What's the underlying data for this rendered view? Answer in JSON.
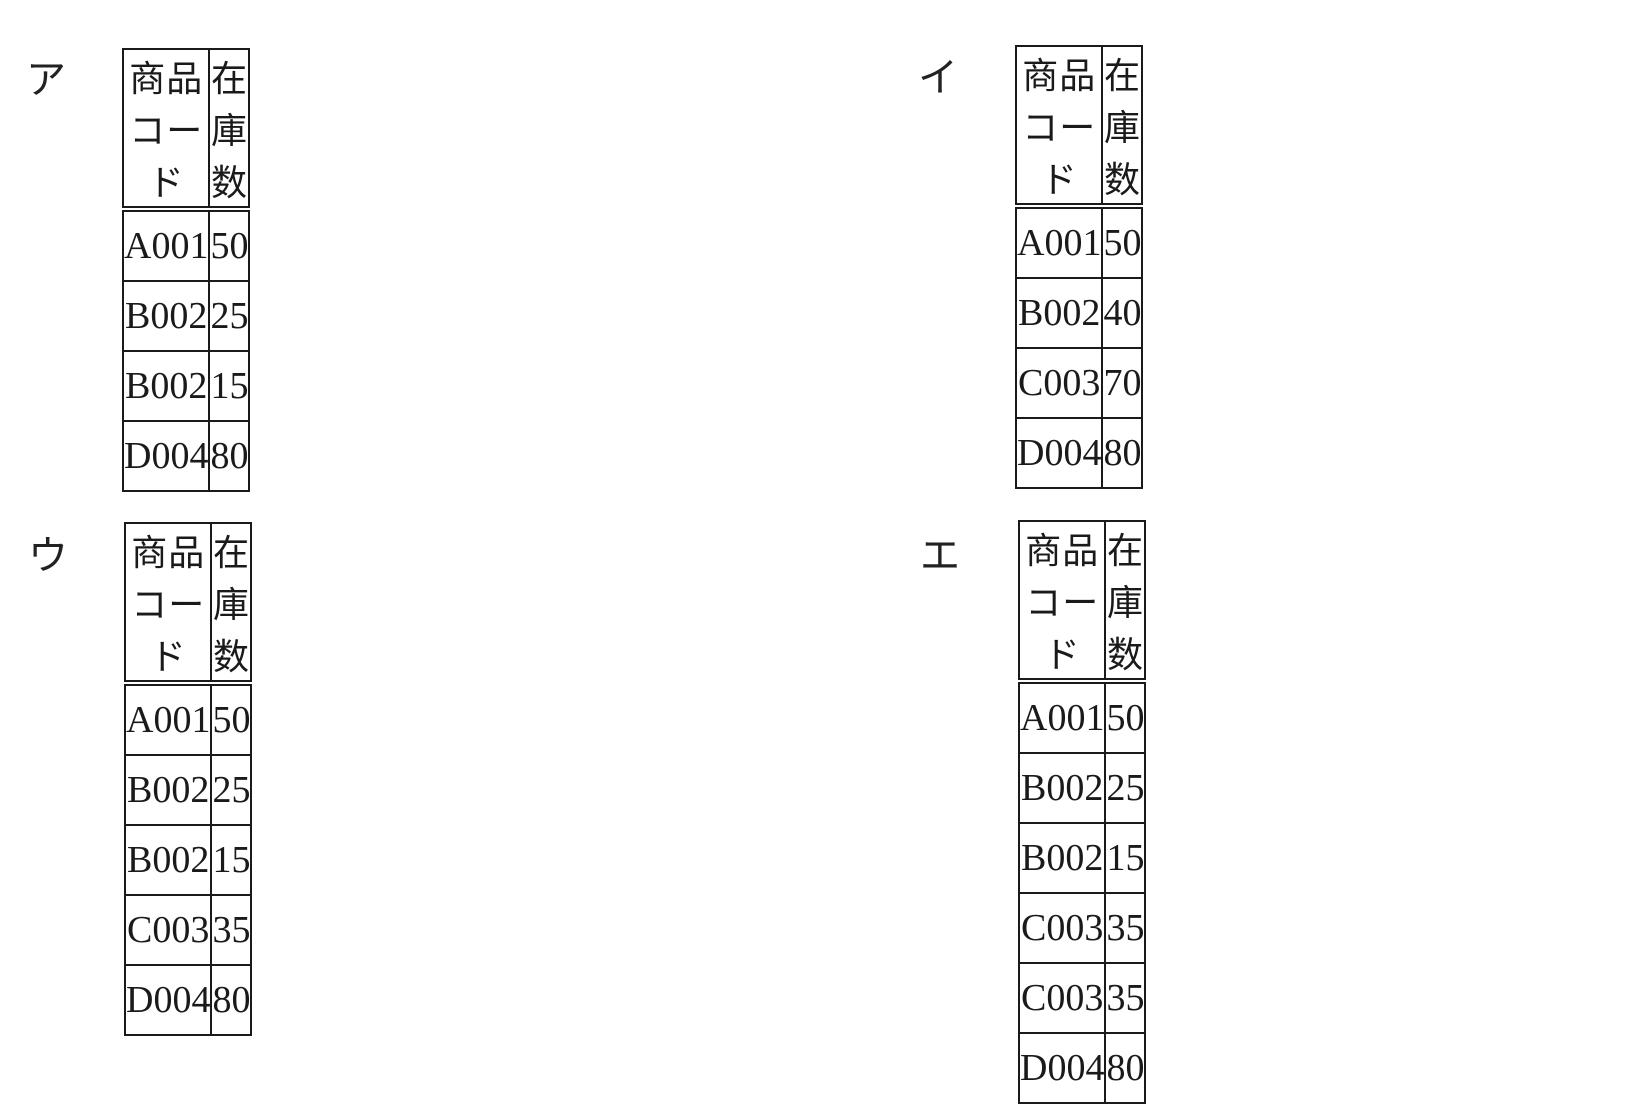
{
  "headers": {
    "product_code": "商品コード",
    "stock": "在庫数"
  },
  "options": {
    "a": {
      "label": "ア",
      "rows": [
        {
          "code": "A001",
          "stock": "50"
        },
        {
          "code": "B002",
          "stock": "25"
        },
        {
          "code": "B002",
          "stock": "15"
        },
        {
          "code": "D004",
          "stock": "80"
        }
      ]
    },
    "i": {
      "label": "イ",
      "rows": [
        {
          "code": "A001",
          "stock": "50"
        },
        {
          "code": "B002",
          "stock": "40"
        },
        {
          "code": "C003",
          "stock": "70"
        },
        {
          "code": "D004",
          "stock": "80"
        }
      ]
    },
    "u": {
      "label": "ウ",
      "rows": [
        {
          "code": "A001",
          "stock": "50"
        },
        {
          "code": "B002",
          "stock": "25"
        },
        {
          "code": "B002",
          "stock": "15"
        },
        {
          "code": "C003",
          "stock": "35"
        },
        {
          "code": "D004",
          "stock": "80"
        }
      ]
    },
    "e": {
      "label": "エ",
      "rows": [
        {
          "code": "A001",
          "stock": "50"
        },
        {
          "code": "B002",
          "stock": "25"
        },
        {
          "code": "B002",
          "stock": "15"
        },
        {
          "code": "C003",
          "stock": "35"
        },
        {
          "code": "C003",
          "stock": "35"
        },
        {
          "code": "D004",
          "stock": "80"
        }
      ]
    }
  }
}
